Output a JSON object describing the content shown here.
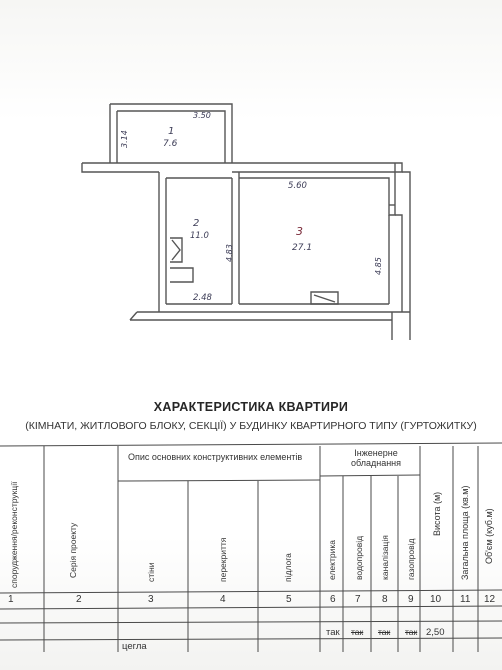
{
  "plan": {
    "rooms": [
      {
        "number": "1",
        "area": "7.6"
      },
      {
        "number": "2",
        "area": "11.0"
      },
      {
        "number": "3",
        "area": "27.1"
      }
    ],
    "dimensions": {
      "room1_width": "3.50",
      "room1_depth": "3.14",
      "room2_depth": "4.83",
      "room2_width": "2.48",
      "room3_width": "5.60",
      "room3_depth": "4.85"
    }
  },
  "heading": {
    "title": "ХАРАКТЕРИСТИКА КВАРТИРИ",
    "subtitle": "(КІМНАТИ, ЖИТЛОВОГО БЛОКУ, СЕКЦІЇ) У БУДИНКУ КВАРТИРНОГО ТИПУ (ГУРТОЖИТКУ)"
  },
  "table": {
    "headers": {
      "year_built": "спорудження/реконструкції",
      "project_series": "Серія проекту",
      "structural_group": "Опис основних конструктивних елементів",
      "walls": "стіни",
      "floors_ceiling": "перекриття",
      "floor": "підлога",
      "engineering_group": "Інженерне обладнання",
      "electric": "електрика",
      "water": "водопровід",
      "sewerage": "каналізація",
      "gas": "газопровід",
      "height": "Висота (м)",
      "total_area": "Загальна площа (кв.м)",
      "volume": "Об'єм (куб.м)"
    },
    "column_numbers": [
      "1",
      "2",
      "3",
      "4",
      "5",
      "6",
      "7",
      "8",
      "9",
      "10",
      "11",
      "12"
    ],
    "row": {
      "walls": "цегла",
      "electric": "так",
      "water": "так",
      "sewerage": "так",
      "gas": "так",
      "height": "2,50"
    }
  }
}
